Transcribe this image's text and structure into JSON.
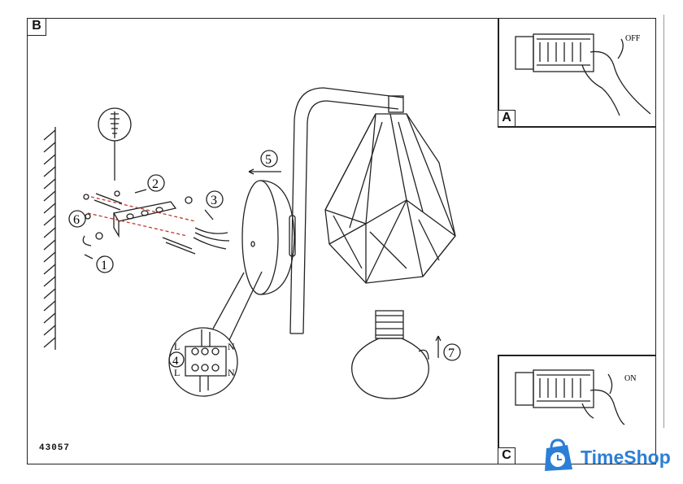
{
  "panels": {
    "b_label": "B",
    "a_label": "A",
    "c_label": "C"
  },
  "model_number": "43057",
  "switch": {
    "off_label": "OFF",
    "on_label": "ON"
  },
  "steps": {
    "s1": "1",
    "s2": "2",
    "s3": "3",
    "s4": "4",
    "s5": "5",
    "s6": "6",
    "s7": "7"
  },
  "terminal": {
    "l": "L",
    "n": "N"
  },
  "brand": {
    "name": "TimeShop",
    "color": "#2b7fd6",
    "icon": "shopping-bag-clock-icon"
  }
}
